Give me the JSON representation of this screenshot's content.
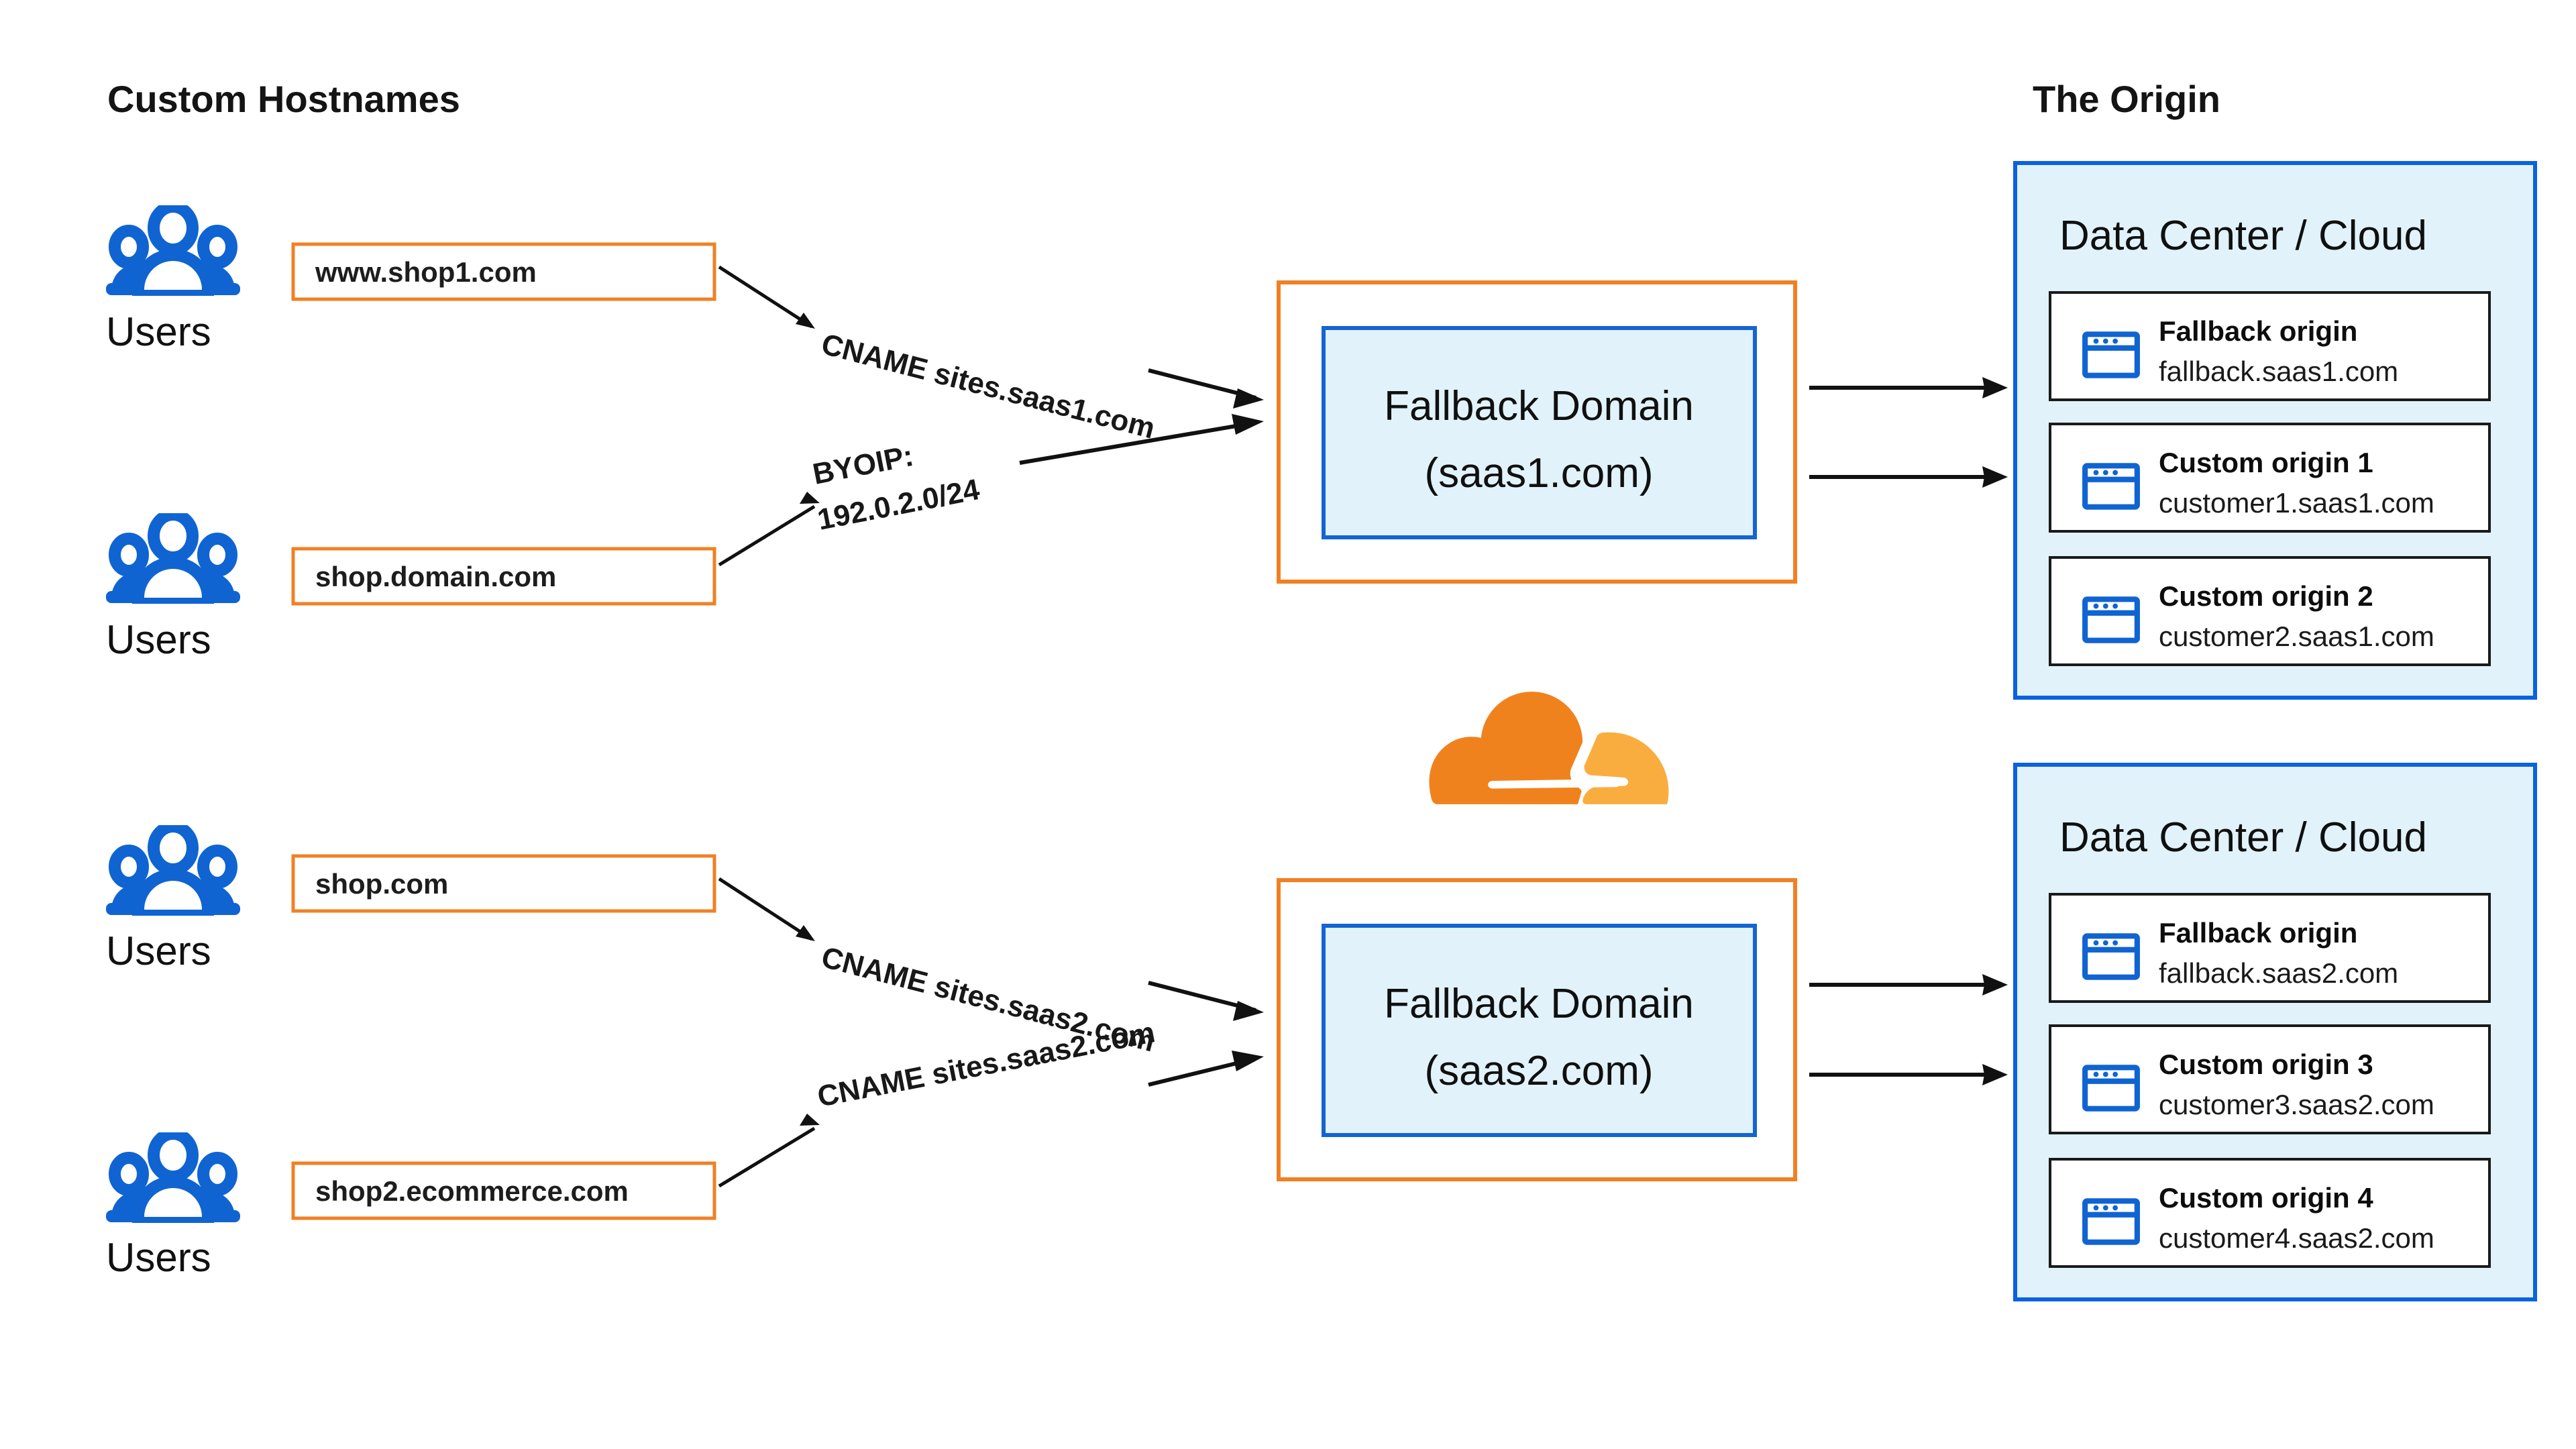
{
  "headings": {
    "left": "Custom Hostnames",
    "right": "The Origin"
  },
  "colors": {
    "orange": "#f08024",
    "blue": "#1064d2",
    "panel_blue_fill": "#e1f2fa",
    "panel_blue_stroke": "#0a62e0",
    "cloudflare_orange_dark": "#f0821e",
    "cloudflare_orange_light": "#faad3f",
    "text": "#111111"
  },
  "users": [
    {
      "icon": "users-icon",
      "label": "Users"
    },
    {
      "icon": "users-icon",
      "label": "Users"
    },
    {
      "icon": "users-icon",
      "label": "Users"
    },
    {
      "icon": "users-icon",
      "label": "Users"
    }
  ],
  "hostnames": [
    {
      "value": "www.shop1.com"
    },
    {
      "value": "shop.domain.com"
    },
    {
      "value": "shop.com"
    },
    {
      "value": "shop2.ecommerce.com"
    }
  ],
  "edge_labels": [
    {
      "line1": "CNAME sites.saas1.com",
      "line2": ""
    },
    {
      "line1": "BYOIP:",
      "line2": "192.0.2.0/24"
    },
    {
      "line1": "CNAME sites.saas2.com",
      "line2": ""
    },
    {
      "line1": "CNAME sites.saas2.com",
      "line2": ""
    }
  ],
  "fallback_domains": [
    {
      "title_line1": "Fallback Domain",
      "title_line2": "(saas1.com)"
    },
    {
      "title_line1": "Fallback Domain",
      "title_line2": "(saas2.com)"
    }
  ],
  "cloudflare_logo": {
    "icon": "cloudflare-cloud-icon"
  },
  "data_centers": [
    {
      "title": "Data Center / Cloud",
      "origins": [
        {
          "icon": "browser-window-icon",
          "name": "Fallback origin",
          "host": "fallback.saas1.com"
        },
        {
          "icon": "browser-window-icon",
          "name": "Custom origin 1",
          "host": "customer1.saas1.com"
        },
        {
          "icon": "browser-window-icon",
          "name": "Custom origin 2",
          "host": "customer2.saas1.com"
        }
      ]
    },
    {
      "title": "Data Center / Cloud",
      "origins": [
        {
          "icon": "browser-window-icon",
          "name": "Fallback origin",
          "host": "fallback.saas2.com"
        },
        {
          "icon": "browser-window-icon",
          "name": "Custom origin 3",
          "host": "customer3.saas2.com"
        },
        {
          "icon": "browser-window-icon",
          "name": "Custom origin 4",
          "host": "customer4.saas2.com"
        }
      ]
    }
  ]
}
